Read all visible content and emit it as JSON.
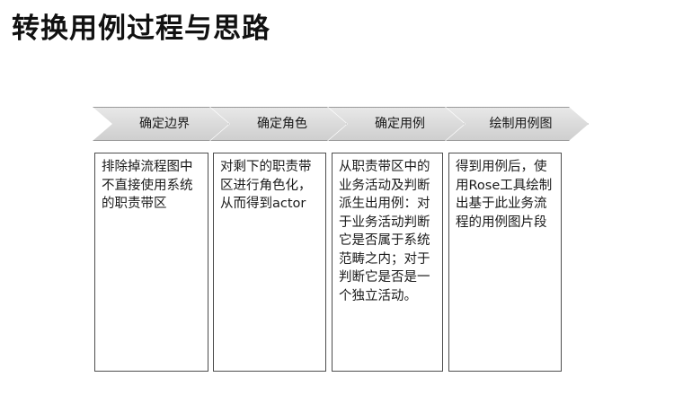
{
  "slide": {
    "title": "转换用例过程与思路",
    "background_color": "#ffffff",
    "title_color": "#111111"
  },
  "process": {
    "chevron_fill_color": "#dcdcdc",
    "chevron_border_color": "#9a9a9a",
    "box_border_color": "#4d4d4d",
    "steps": [
      {
        "label": "确定边界",
        "description": "排除掉流程图中不直接使用系统的职责带区"
      },
      {
        "label": "确定角色",
        "description": "对剩下的职责带区进行角色化，从而得到actor"
      },
      {
        "label": "确定用例",
        "description": "从职责带区中的业务活动及判断派生出用例：对于业务活动判断它是否属于系统范畴之内；对于判断它是否是一个独立活动。"
      },
      {
        "label": "绘制用例图",
        "description": "得到用例后，使用Rose工具绘制出基于此业务流程的用例图片段"
      }
    ]
  }
}
